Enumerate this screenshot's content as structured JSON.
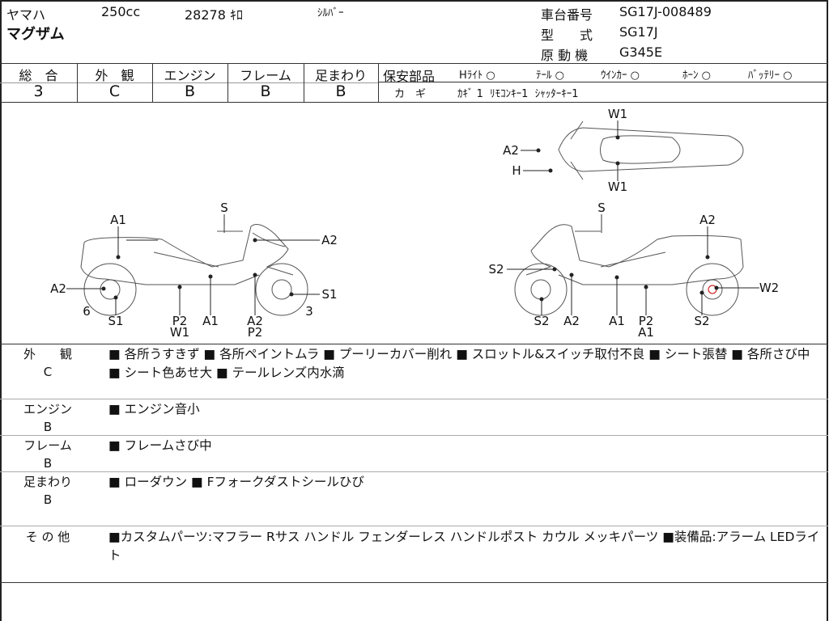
{
  "header": {
    "maker": "ヤマハ",
    "displacement": "250cc",
    "mileage": "28278 ｷﾛ",
    "color": "ｼﾙﾊﾞｰ",
    "model": "マグザム",
    "chassis_label": "車台番号",
    "chassis_no": "SG17J-008489",
    "type_label": "型　　式",
    "type_value": "SG17J",
    "engine_label": "原 動 機",
    "engine_value": "G345E"
  },
  "grades": [
    {
      "label": "総　合",
      "value": "3"
    },
    {
      "label": "外　観",
      "value": "C"
    },
    {
      "label": "エンジン",
      "value": "B"
    },
    {
      "label": "フレーム",
      "value": "B"
    },
    {
      "label": "足まわり",
      "value": "B"
    }
  ],
  "safety": {
    "label": "保安部品",
    "items": [
      {
        "name": "Hﾗｲﾄ",
        "mark": "○"
      },
      {
        "name": "ﾃｰﾙ",
        "mark": "○"
      },
      {
        "name": "ｳｲﾝｶｰ",
        "mark": "○"
      },
      {
        "name": "ﾎｰﾝ",
        "mark": "○"
      },
      {
        "name": "ﾊﾞｯﾃﾘｰ",
        "mark": "○"
      }
    ]
  },
  "keys": {
    "label": "カ　ギ",
    "value": "ｶｷﾞ 1  ﾘﾓｺﾝｷｰ1  ｼｬｯﾀｰｷｰ1"
  },
  "diagram_labels": {
    "left": [
      "A1",
      "S",
      "A2",
      "A2",
      "S1",
      "6",
      "3",
      "S1",
      "P2",
      "W1",
      "A1",
      "A2",
      "P2"
    ],
    "right": [
      "W1",
      "A2",
      "H",
      "W1",
      "S",
      "A2",
      "S2",
      "W2",
      "S2",
      "A2",
      "A1",
      "P2",
      "A1",
      "S2"
    ]
  },
  "remarks": [
    {
      "category": "外　　観",
      "grade": "C",
      "text": "■ 各所うすきず ■ 各所ペイントムラ ■ プーリーカバー削れ ■ スロットル&スイッチ取付不良 ■ シート張替 ■ 各所さび中 ■ シート色あせ大 ■ テールレンズ内水滴"
    },
    {
      "category": "エンジン",
      "grade": "B",
      "text": "■ エンジン音小"
    },
    {
      "category": "フレーム",
      "grade": "B",
      "text": "■ フレームさび中"
    },
    {
      "category": "足まわり",
      "grade": "B",
      "text": "■ ローダウン ■ Fフォークダストシールひび"
    },
    {
      "category": "そ の 他",
      "grade": "",
      "text": "■カスタムパーツ:マフラー Rサス ハンドル フェンダーレス ハンドルポスト カウル メッキパーツ ■装備品:アラーム LEDライト"
    }
  ]
}
